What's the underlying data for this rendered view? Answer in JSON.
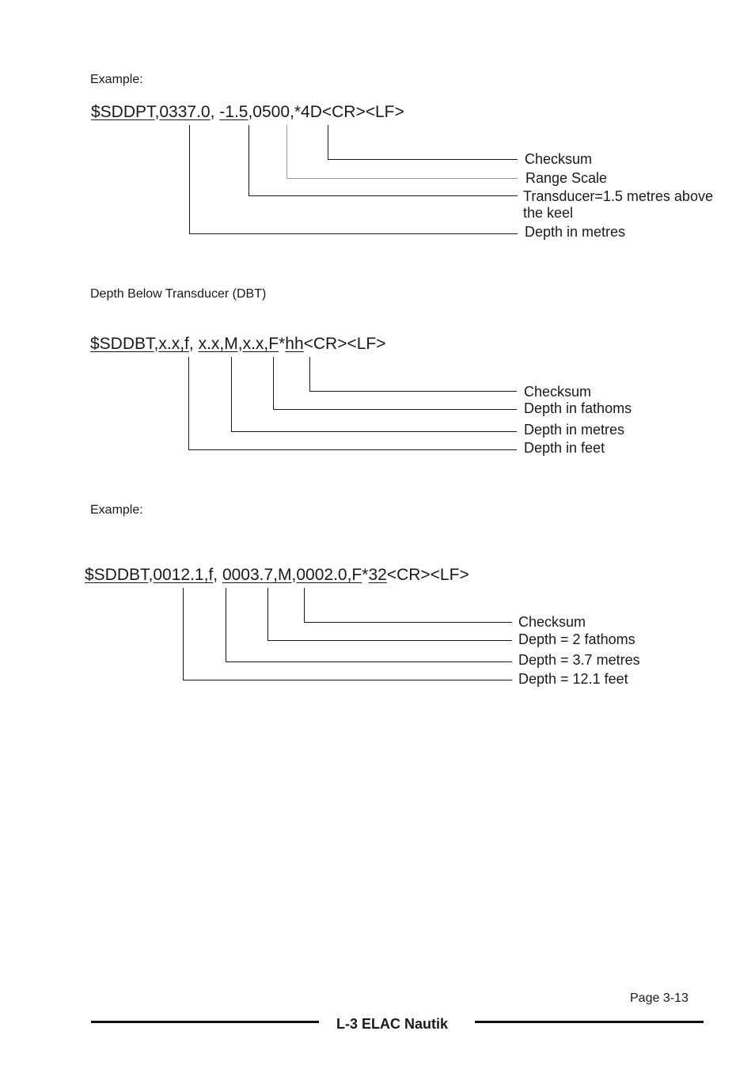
{
  "section1": {
    "heading": "Example:",
    "sentence": [
      {
        "text": "$SDDPT",
        "u": true
      },
      {
        "text": ",",
        "u": false
      },
      {
        "text": "0337.0",
        "u": true
      },
      {
        "text": ", ",
        "u": false
      },
      {
        "text": "-1.5",
        "u": true
      },
      {
        "text": ",0500,*4D<CR><LF>",
        "u": false
      }
    ],
    "labels": {
      "checksum": "Checksum",
      "range_scale": "Range Scale",
      "transducer_line1": "Transducer=1.5 metres above",
      "transducer_line2": "the keel",
      "depth_metres": "Depth in metres"
    }
  },
  "section2": {
    "heading": "Depth Below Transducer (DBT)",
    "sentence": [
      {
        "text": "$SDDBT",
        "u": true
      },
      {
        "text": ",",
        "u": false
      },
      {
        "text": "x.x,f",
        "u": true
      },
      {
        "text": ", ",
        "u": false
      },
      {
        "text": "x.x,M",
        "u": true
      },
      {
        "text": ",",
        "u": false
      },
      {
        "text": "x.x,F",
        "u": true
      },
      {
        "text": "*",
        "u": false
      },
      {
        "text": "hh",
        "u": true
      },
      {
        "text": "<CR><LF>",
        "u": false
      }
    ],
    "labels": {
      "checksum": "Checksum",
      "depth_fathoms": "Depth in fathoms",
      "depth_metres": "Depth in metres",
      "depth_feet": "Depth in feet"
    }
  },
  "section3": {
    "heading": "Example:",
    "sentence": [
      {
        "text": "$SDDBT",
        "u": true
      },
      {
        "text": ",",
        "u": false
      },
      {
        "text": "0012.1,f",
        "u": true
      },
      {
        "text": ", ",
        "u": false
      },
      {
        "text": "0003.7,M",
        "u": true
      },
      {
        "text": ",",
        "u": false
      },
      {
        "text": "0002.0,F",
        "u": true
      },
      {
        "text": "*",
        "u": false
      },
      {
        "text": "32",
        "u": true
      },
      {
        "text": "<CR><LF>",
        "u": false
      }
    ],
    "labels": {
      "checksum": "Checksum",
      "fathoms": "Depth = 2 fathoms",
      "metres": "Depth = 3.7 metres",
      "feet": "Depth = 12.1 feet"
    }
  },
  "footer": {
    "page": "Page 3-13",
    "brand": "L-3 ELAC Nautik"
  }
}
